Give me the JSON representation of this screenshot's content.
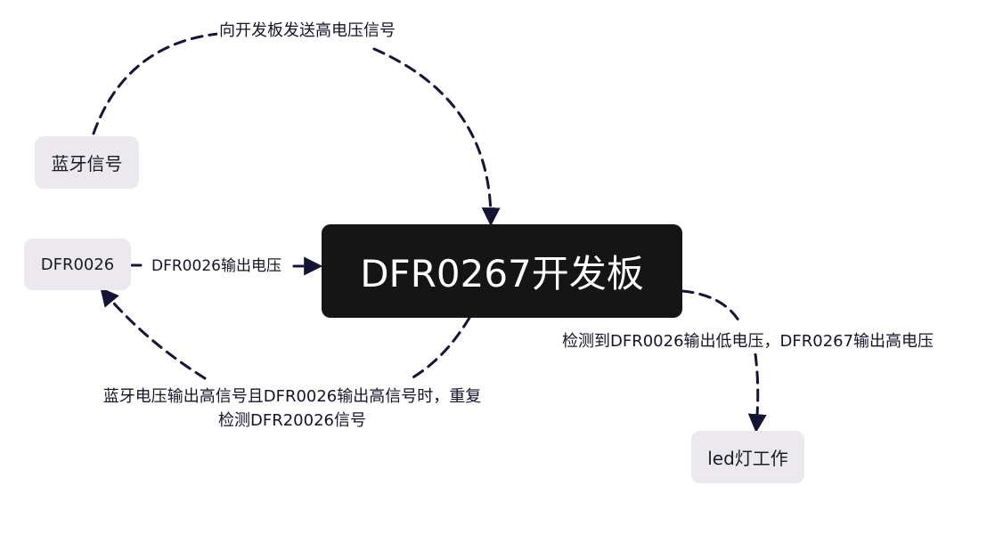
{
  "nodes": {
    "bluetooth": "蓝牙信号",
    "dfr0026": "DFR0026",
    "board": "DFR0267开发板",
    "led": "led灯工作"
  },
  "edges": {
    "bluetooth_to_board": "向开发板发送高电压信号",
    "dfr0026_to_board": "DFR0026输出电压",
    "board_to_dfr0026": {
      "line1": "蓝牙电压输出高信号且DFR0026输出高信号时，重复",
      "line2": "检测DFR20026信号"
    },
    "board_to_led": "检测到DFR0026输出低电压，DFR0267输出高电压"
  },
  "colors": {
    "edge": "#141436",
    "node_fill": "#ebe9ee",
    "main_fill": "#151515",
    "main_text": "#ffffff"
  }
}
